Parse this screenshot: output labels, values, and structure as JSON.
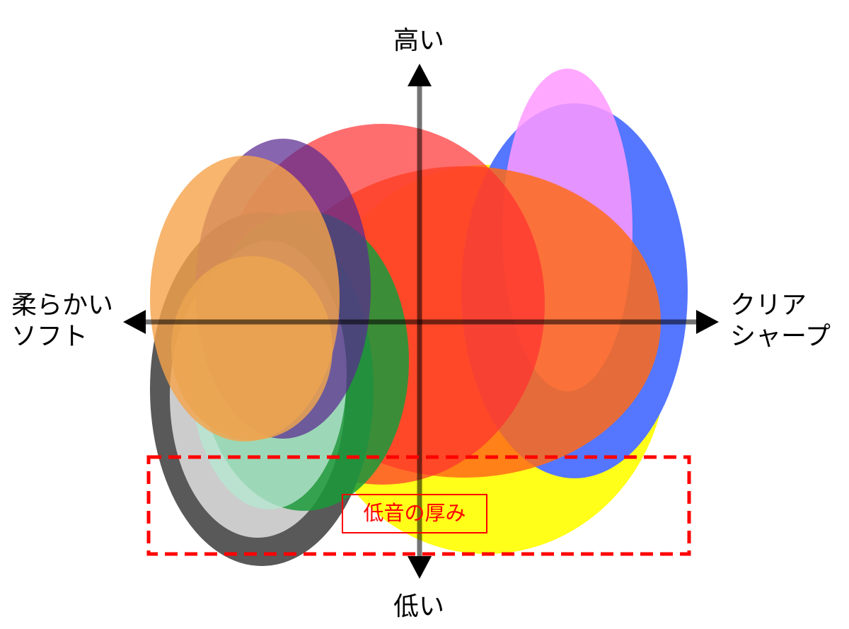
{
  "axis_labels": {
    "top": "高い",
    "bottom": "低い",
    "left_line1": "柔らかい",
    "left_line2": "ソフト",
    "right_line1": "クリア",
    "right_line2": "シャープ"
  },
  "callout": {
    "label": "低音の厚み"
  },
  "colors": {
    "axis": "#000000",
    "callout": "#ff0000",
    "red": "#ff6666",
    "orange": "#ff6b18",
    "yellow": "#ffff1a",
    "blue": "#5576ff",
    "pink": "#ff99ff",
    "dark_gray": "#595959",
    "light_gray": "#c8c8c8",
    "green": "#1a9a3a",
    "mint": "#a6dfc6",
    "purple": "#6b3a99",
    "light_orange": "#f5a650",
    "tan": "#e9a550"
  }
}
